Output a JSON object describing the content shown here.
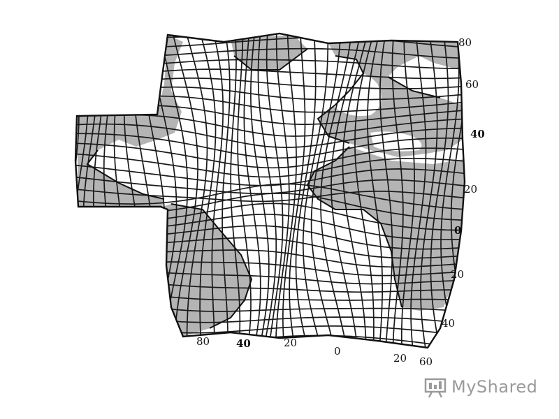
{
  "map": {
    "lat_labels": [
      {
        "id": "lat-80n",
        "text": "80",
        "bold": false
      },
      {
        "id": "lat-60n",
        "text": "60",
        "bold": false
      },
      {
        "id": "lat-40n",
        "text": "40",
        "bold": true
      },
      {
        "id": "lat-20n",
        "text": "20",
        "bold": false
      },
      {
        "id": "lat-0",
        "text": "0",
        "bold": true
      },
      {
        "id": "lat-20s",
        "text": "20",
        "bold": false
      },
      {
        "id": "lat-40s",
        "text": "40",
        "bold": false
      }
    ],
    "lon_labels": [
      {
        "id": "lon-80",
        "text": "80",
        "bold": false
      },
      {
        "id": "lon-40",
        "text": "40",
        "bold": true
      },
      {
        "id": "lon-20w",
        "text": "20",
        "bold": false
      },
      {
        "id": "lon-0",
        "text": "0",
        "bold": false
      },
      {
        "id": "lon-20e",
        "text": "20",
        "bold": false
      },
      {
        "id": "lon-60",
        "text": "60",
        "bold": false
      }
    ],
    "colors": {
      "land": "#b4b4b4",
      "sea": "#ffffff",
      "grid": "#1a1a1a"
    }
  },
  "watermark": {
    "text": "MyShared"
  }
}
